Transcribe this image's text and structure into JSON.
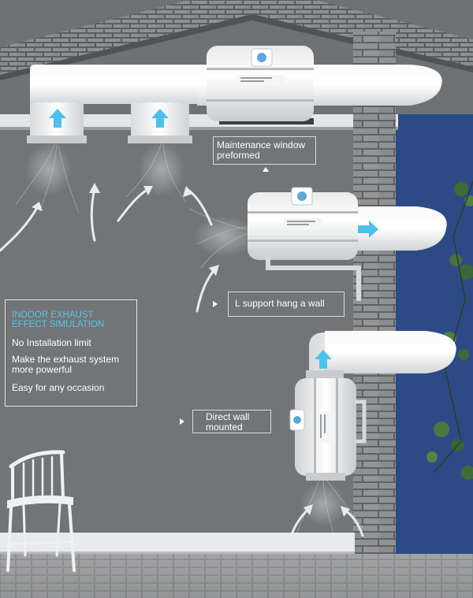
{
  "callouts": {
    "maintenance": [
      "Maintenance window",
      "preformed"
    ],
    "l_support": "L support hang a wall",
    "direct_wall": [
      "Direct wall",
      "mounted"
    ]
  },
  "panel": {
    "title": [
      "INDOOR EXHAUST",
      "EFFECT SIMULATION"
    ],
    "features": [
      [
        "No Installation limit"
      ],
      [
        "Make the exhaust system",
        "more powerful"
      ],
      [
        "Easy for any occasion"
      ]
    ]
  },
  "colors": {
    "accent": "#5ec3ea",
    "wall": "#6f7174",
    "night_sky": "#2c4b86",
    "brick": "#8d8f91"
  },
  "icons": [
    "chair-icon",
    "flow-arrow-up-icon",
    "flow-arrow-right-icon",
    "pointer-triangle-icon"
  ]
}
